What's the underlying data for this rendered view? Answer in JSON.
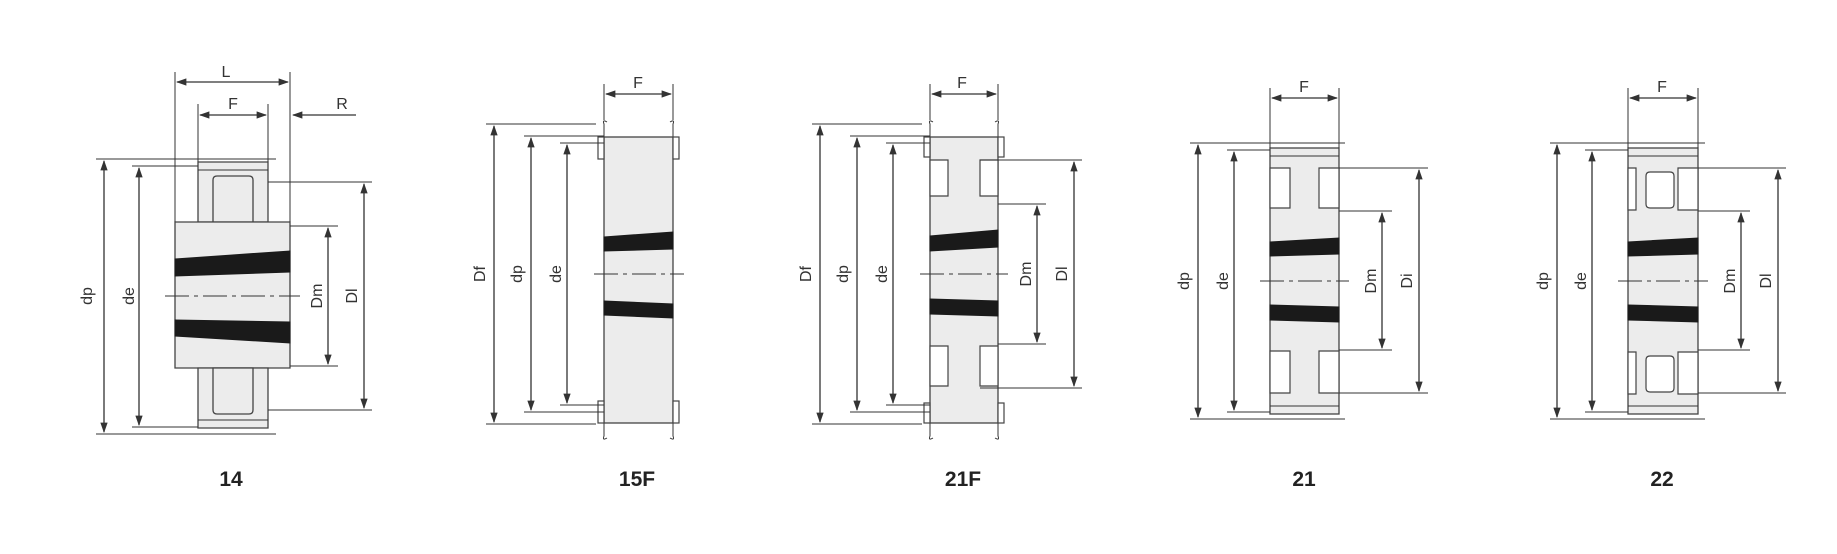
{
  "diagrams": [
    {
      "caption": "14",
      "labels": {
        "L": "L",
        "F": "F",
        "R": "R",
        "dp": "dp",
        "de": "de",
        "Dm": "Dm",
        "Di": "Dl"
      }
    },
    {
      "caption": "15F",
      "labels": {
        "F": "F",
        "Df": "Df",
        "dp": "dp",
        "de": "de"
      }
    },
    {
      "caption": "21F",
      "labels": {
        "F": "F",
        "Df": "Df",
        "dp": "dp",
        "de": "de",
        "Dm": "Dm",
        "Di": "Dl"
      }
    },
    {
      "caption": "21",
      "labels": {
        "F": "F",
        "dp": "dp",
        "de": "de",
        "Dm": "Dm",
        "Di": "Di"
      }
    },
    {
      "caption": "22",
      "labels": {
        "F": "F",
        "dp": "dp",
        "de": "de",
        "Dm": "Dm",
        "Di": "Dl"
      }
    }
  ]
}
